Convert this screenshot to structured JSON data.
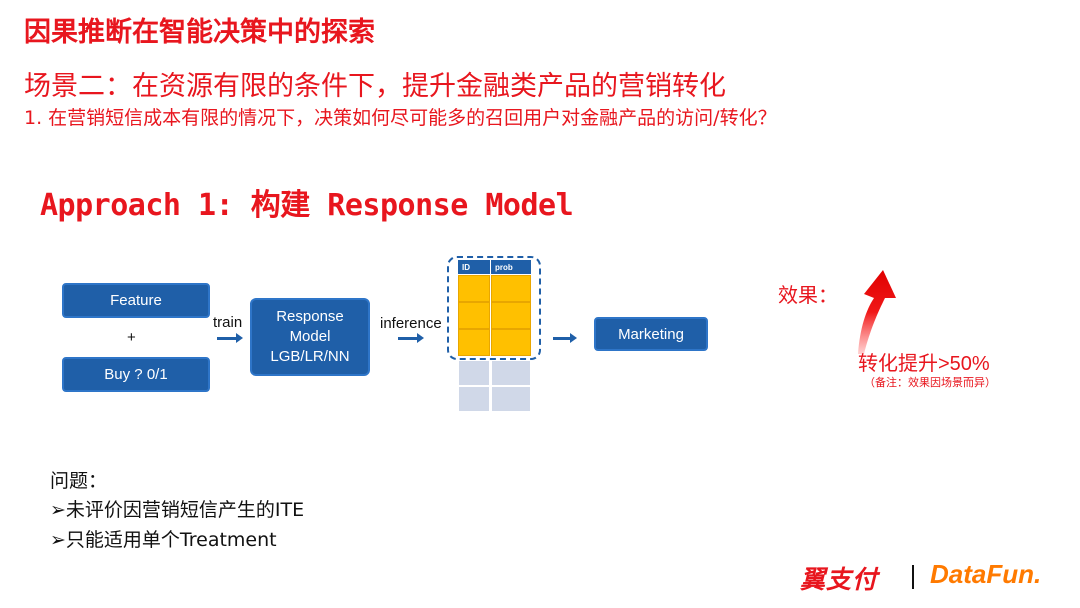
{
  "header": {
    "title": "因果推断在智能决策中的探索",
    "scenario": "场景二：在资源有限的条件下，提升金融类产品的营销转化",
    "question": "1.  在营销短信成本有限的情况下，决策如何尽可能多的召回用户对金融产品的访问/转化？"
  },
  "approach": {
    "title": "Approach 1:  构建 Response Model"
  },
  "diagram": {
    "feature": "Feature",
    "plus": "+",
    "buy": "Buy ? 0/1",
    "train": "train",
    "model_line1": "Response",
    "model_line2": "Model",
    "model_line3": "LGB/LR/NN",
    "inference": "inference",
    "table_col_id": "ID",
    "table_col_prob": "prob",
    "marketing": "Marketing"
  },
  "effect": {
    "label": "效果：",
    "lift": "转化提升>50%",
    "note": "（备注：效果因场景而异）"
  },
  "issues": {
    "title": "问题：",
    "items": [
      "➢未评价因营销短信产生的ITE",
      "➢只能适用单个Treatment"
    ]
  },
  "logos": {
    "yi": "翼支付",
    "datafun": "DataFun."
  },
  "colors": {
    "accent": "#e8161e",
    "box": "#1f5fa8",
    "highlight": "#ffc000"
  }
}
